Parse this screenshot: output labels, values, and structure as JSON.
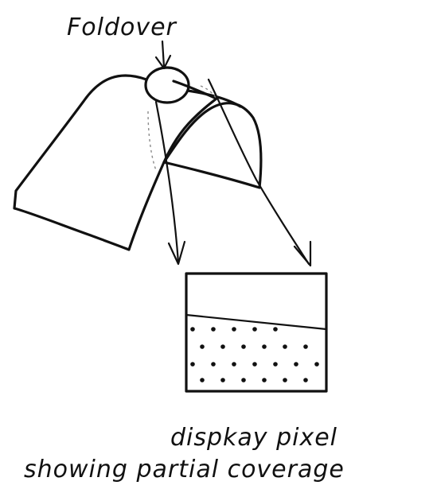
{
  "labels": {
    "foldover": "Foldover",
    "caption_line1": "dispkay pixel",
    "caption_line2": "showing partial coverage"
  },
  "colors": {
    "ink": "#111111",
    "paper": "#ffffff"
  }
}
